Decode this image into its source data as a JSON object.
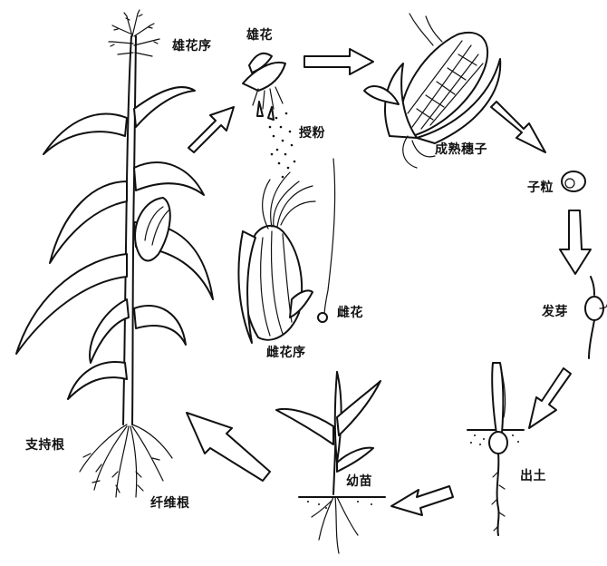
{
  "labels": {
    "male_inflorescence": "雄花序",
    "male_flower": "雄花",
    "pollination": "授粉",
    "mature_ear": "成熟穗子",
    "seed": "子粒",
    "germination": "发芽",
    "emergence": "出土",
    "seedling": "幼苗",
    "female_flower": "雌花",
    "female_inflorescence": "雌花序",
    "prop_root": "支持根",
    "fibrous_root": "纤维根"
  },
  "colors": {
    "ink": "#111111",
    "paper": "#ffffff"
  }
}
